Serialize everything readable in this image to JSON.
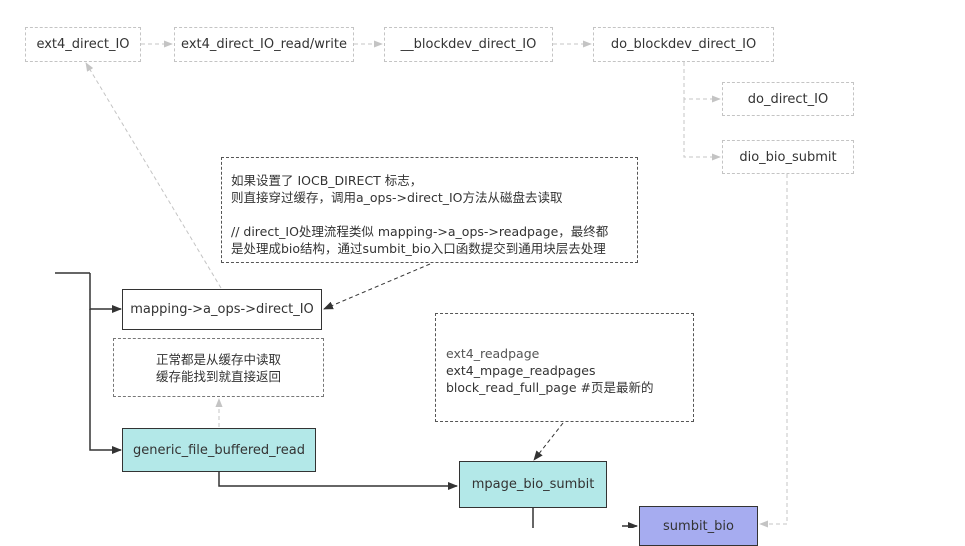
{
  "nodes": {
    "ext4_direct_io": "ext4_direct_IO",
    "ext4_direct_io_rw": "ext4_direct_IO_read/write",
    "blockdev_direct_io": "__blockdev_direct_IO",
    "do_blockdev_direct_io": "do_blockdev_direct_IO",
    "do_direct_io": "do_direct_IO",
    "dio_bio_submit": "dio_bio_submit",
    "mapping_direct_io": "mapping->a_ops->direct_IO",
    "generic_file_buffered_read": "generic_file_buffered_read",
    "mpage_bio_sumbit": "mpage_bio_sumbit",
    "sumbit_bio": "sumbit_bio"
  },
  "notes": {
    "direct_io_note": [
      "如果设置了 IOCB_DIRECT 标志，",
      "则直接穿过缓存，调用a_ops->direct_IO方法从磁盘去读取",
      "",
      "// direct_IO处理流程类似 mapping->a_ops->readpage，最终都",
      "是处理成bio结构，通过sumbit_bio入口函数提交到通用块层去处理"
    ],
    "cache_note": [
      "正常都是从缓存中读取",
      "缓存能找到就直接返回"
    ],
    "readpage_note": [
      "ext4_readpage",
      "ext4_mpage_readpages",
      "block_read_full_page  #页是最新的"
    ]
  },
  "colors": {
    "teal_fill": "#b3e8e8",
    "purple_fill": "#a6acf0",
    "dashed_border": "#c4c4c4",
    "edge_light": "#c4c4c4",
    "edge_dark": "#333333"
  }
}
